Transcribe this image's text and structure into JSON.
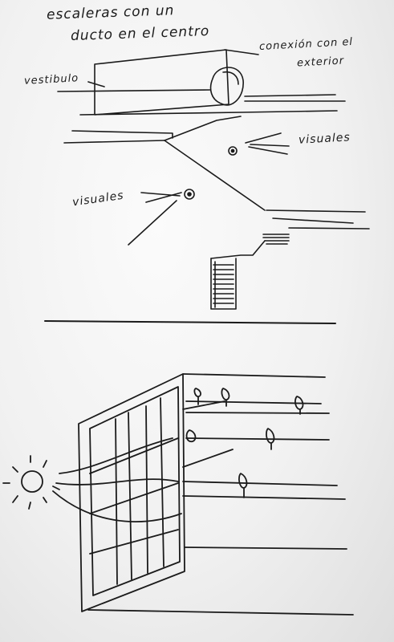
{
  "title": {
    "line1": "escaleras con un",
    "line2": "ducto en el centro"
  },
  "labels": {
    "vestibulo": "vestibulo",
    "conexion_line1": "conexión con el",
    "conexion_line2": "exterior",
    "visuales_right": "visuales",
    "visuales_left": "visuales"
  },
  "colors": {
    "paper": "#f3f3f3",
    "ink": "#1b1b1b",
    "cutout": "#ffffff"
  }
}
